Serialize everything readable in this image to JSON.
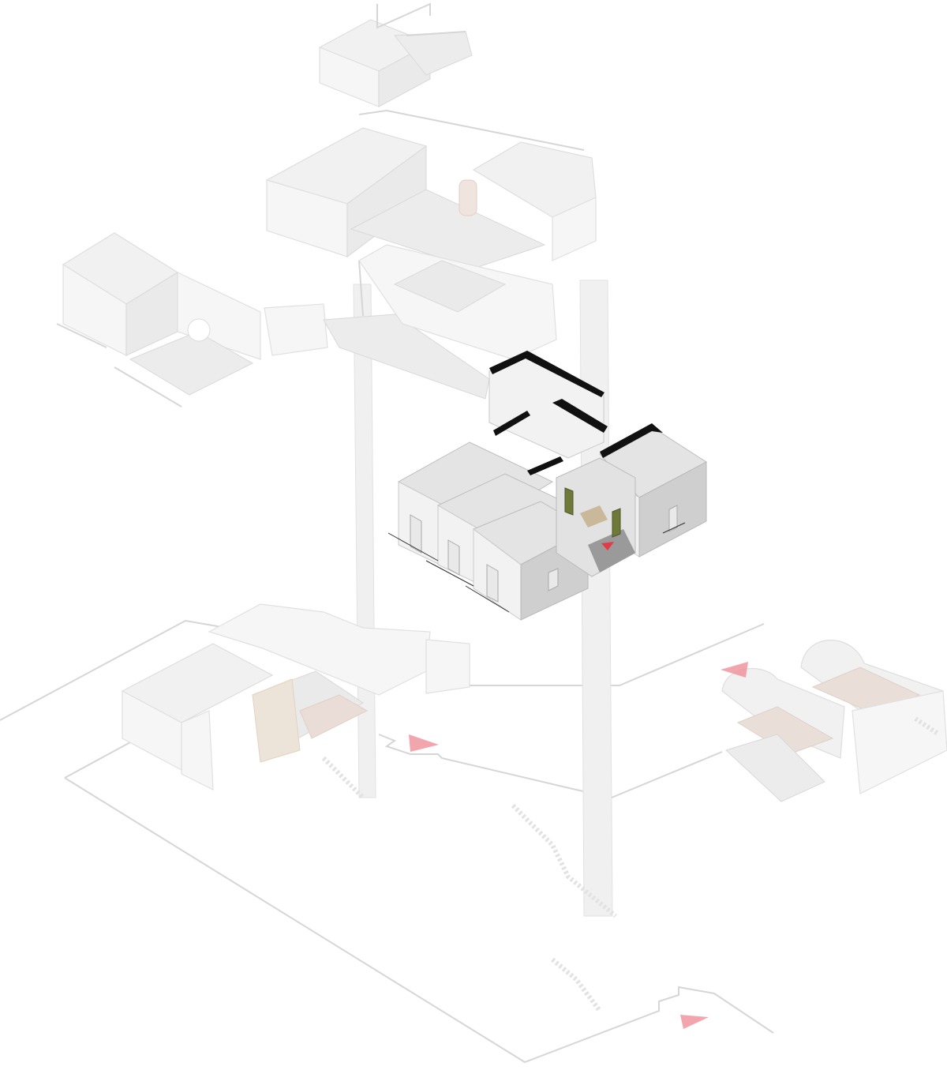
{
  "diagram": {
    "kind": "exploded-isometric-architecture",
    "highlighted_level": "middle-residence",
    "colors": {
      "ghost": "#f1f1f1",
      "ghost_stroke": "#dedede",
      "highlight_wall": "#f2f2f2",
      "highlight_roof": "#e4e4e4",
      "cut_section": "#111111",
      "entry_marker": "#f08f98",
      "entry_marker_active": "#e23a48",
      "door_accent": "#6f7a3a"
    },
    "entry_markers_count": 4
  }
}
